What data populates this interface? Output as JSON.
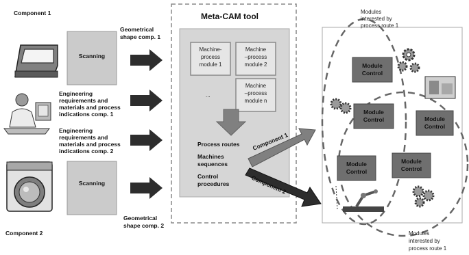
{
  "component1_title": "Component 1",
  "component2_title": "Component 2",
  "scanning_top": "Scanning",
  "scanning_bottom": "Scanning",
  "geo_shape_1": [
    "Geometrical",
    "shape comp. 1"
  ],
  "geo_shape_2": [
    "Geometrical",
    "shape comp. 2"
  ],
  "eng_req_1": [
    "Engineering",
    "requirements and",
    "materials and process",
    "indications comp. 1"
  ],
  "eng_req_2": [
    "Engineering",
    "requirements and",
    "materials and process",
    "indications comp. 2"
  ],
  "tool_title": "Meta-CAM tool",
  "modules": [
    [
      "Machine-",
      "process",
      "module 1"
    ],
    [
      "Machine",
      "–process",
      "module 2"
    ],
    [
      "Machine",
      "–process",
      "module n"
    ]
  ],
  "ellipsis": "...",
  "outputs": [
    [
      "Process routes"
    ],
    [
      "Machines",
      "sequences"
    ],
    [
      "Control",
      "procedures"
    ]
  ],
  "route_arrow_1": "Component 1",
  "route_arrow_2": "Component 2",
  "modules_top_note": [
    "Modules",
    "interested by",
    "process route 1"
  ],
  "modules_bottom_note": [
    "Modules",
    "interested by",
    "process route 1"
  ],
  "module_controls": [
    [
      "Module",
      "Control"
    ],
    [
      "Module",
      "Control"
    ],
    [
      "Module",
      "Control"
    ],
    [
      "Module",
      "Control"
    ],
    [
      "Module",
      "Control"
    ]
  ],
  "colors": {
    "tool_bg": "#d6d6d6",
    "scanning_bg": "#cbcbcb",
    "module_control_bg": "#6f6f6f",
    "arrow_dark": "#2d2d2d",
    "arrow_gray": "#808080"
  }
}
